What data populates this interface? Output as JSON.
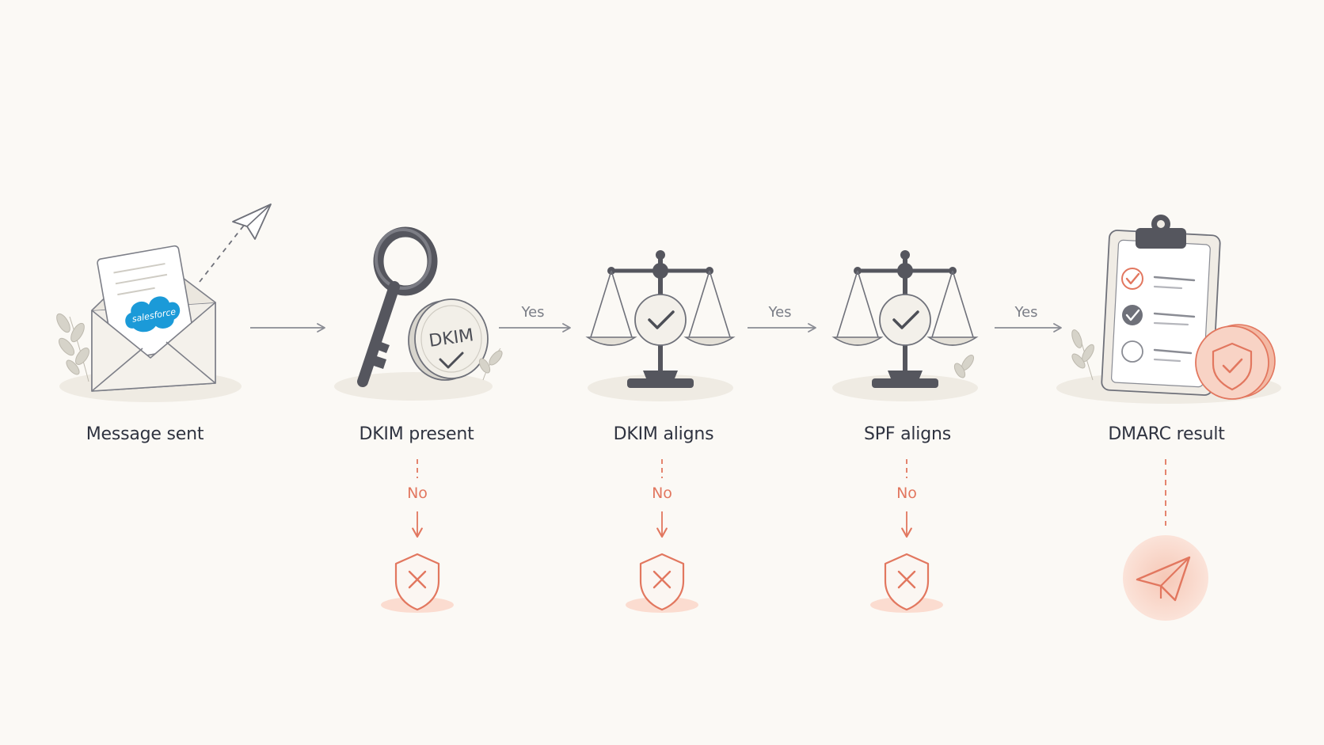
{
  "steps": [
    {
      "label": "Message sent",
      "icon": "envelope-icon"
    },
    {
      "label": "DKIM present",
      "icon": "key-icon"
    },
    {
      "label": "DKIM aligns",
      "icon": "scale-icon"
    },
    {
      "label": "SPF aligns",
      "icon": "scale-icon"
    },
    {
      "label": "DMARC result",
      "icon": "clipboard-icon"
    }
  ],
  "envelope_brand": "salesforce",
  "dkim_badge": "DKIM",
  "edges": {
    "yes": "Yes",
    "no": "No"
  },
  "colors": {
    "background": "#fbf9f5",
    "ink": "#5a5b62",
    "accent": "#e2775f",
    "brand": "#1b9ad8"
  }
}
